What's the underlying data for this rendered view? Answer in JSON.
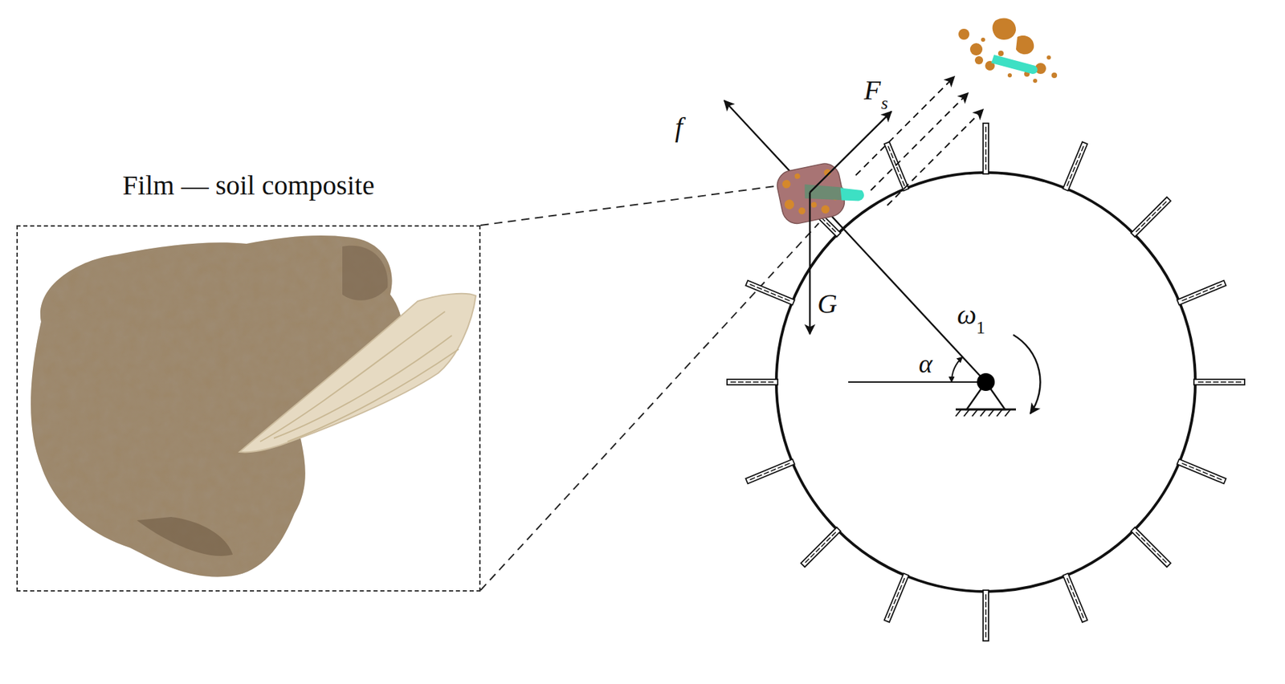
{
  "diagram": {
    "nodes": [
      {
        "text": [
          "Film — soil composite"
        ]
      }
    ],
    "edges": [],
    "labels": [
      "f",
      "F",
      "s",
      "G",
      "α",
      "ω",
      "1"
    ]
  }
}
